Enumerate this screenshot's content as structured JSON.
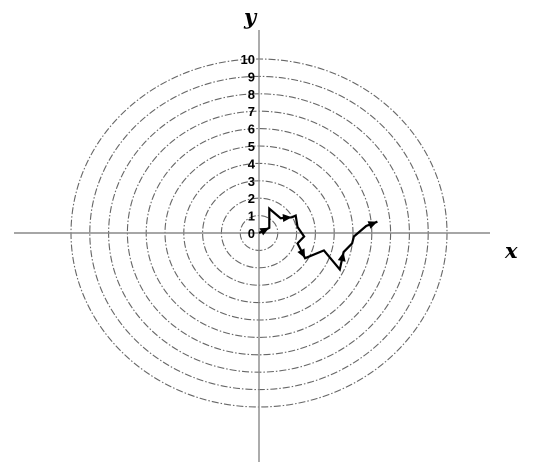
{
  "axes": {
    "x_label": "x",
    "y_label": "y"
  },
  "ring_labels": [
    "0",
    "1",
    "2",
    "3",
    "4",
    "5",
    "6",
    "7",
    "8",
    "9",
    "10"
  ],
  "walk_path": [
    [
      0,
      0
    ],
    [
      0.55,
      0.3
    ],
    [
      0.55,
      1.4
    ],
    [
      1.15,
      0.85
    ],
    [
      1.75,
      0.9
    ],
    [
      1.95,
      1.0
    ],
    [
      2.05,
      0.35
    ],
    [
      2.4,
      -0.2
    ],
    [
      2.05,
      -0.6
    ],
    [
      2.45,
      -1.45
    ],
    [
      3.45,
      -1.0
    ],
    [
      4.3,
      -2.1
    ],
    [
      4.5,
      -1.1
    ],
    [
      4.95,
      -0.6
    ],
    [
      5.05,
      -0.2
    ],
    [
      5.7,
      0.4
    ],
    [
      6.3,
      0.65
    ]
  ],
  "colors": {
    "ring": "#666666",
    "axis": "#888888",
    "path": "#000000"
  }
}
